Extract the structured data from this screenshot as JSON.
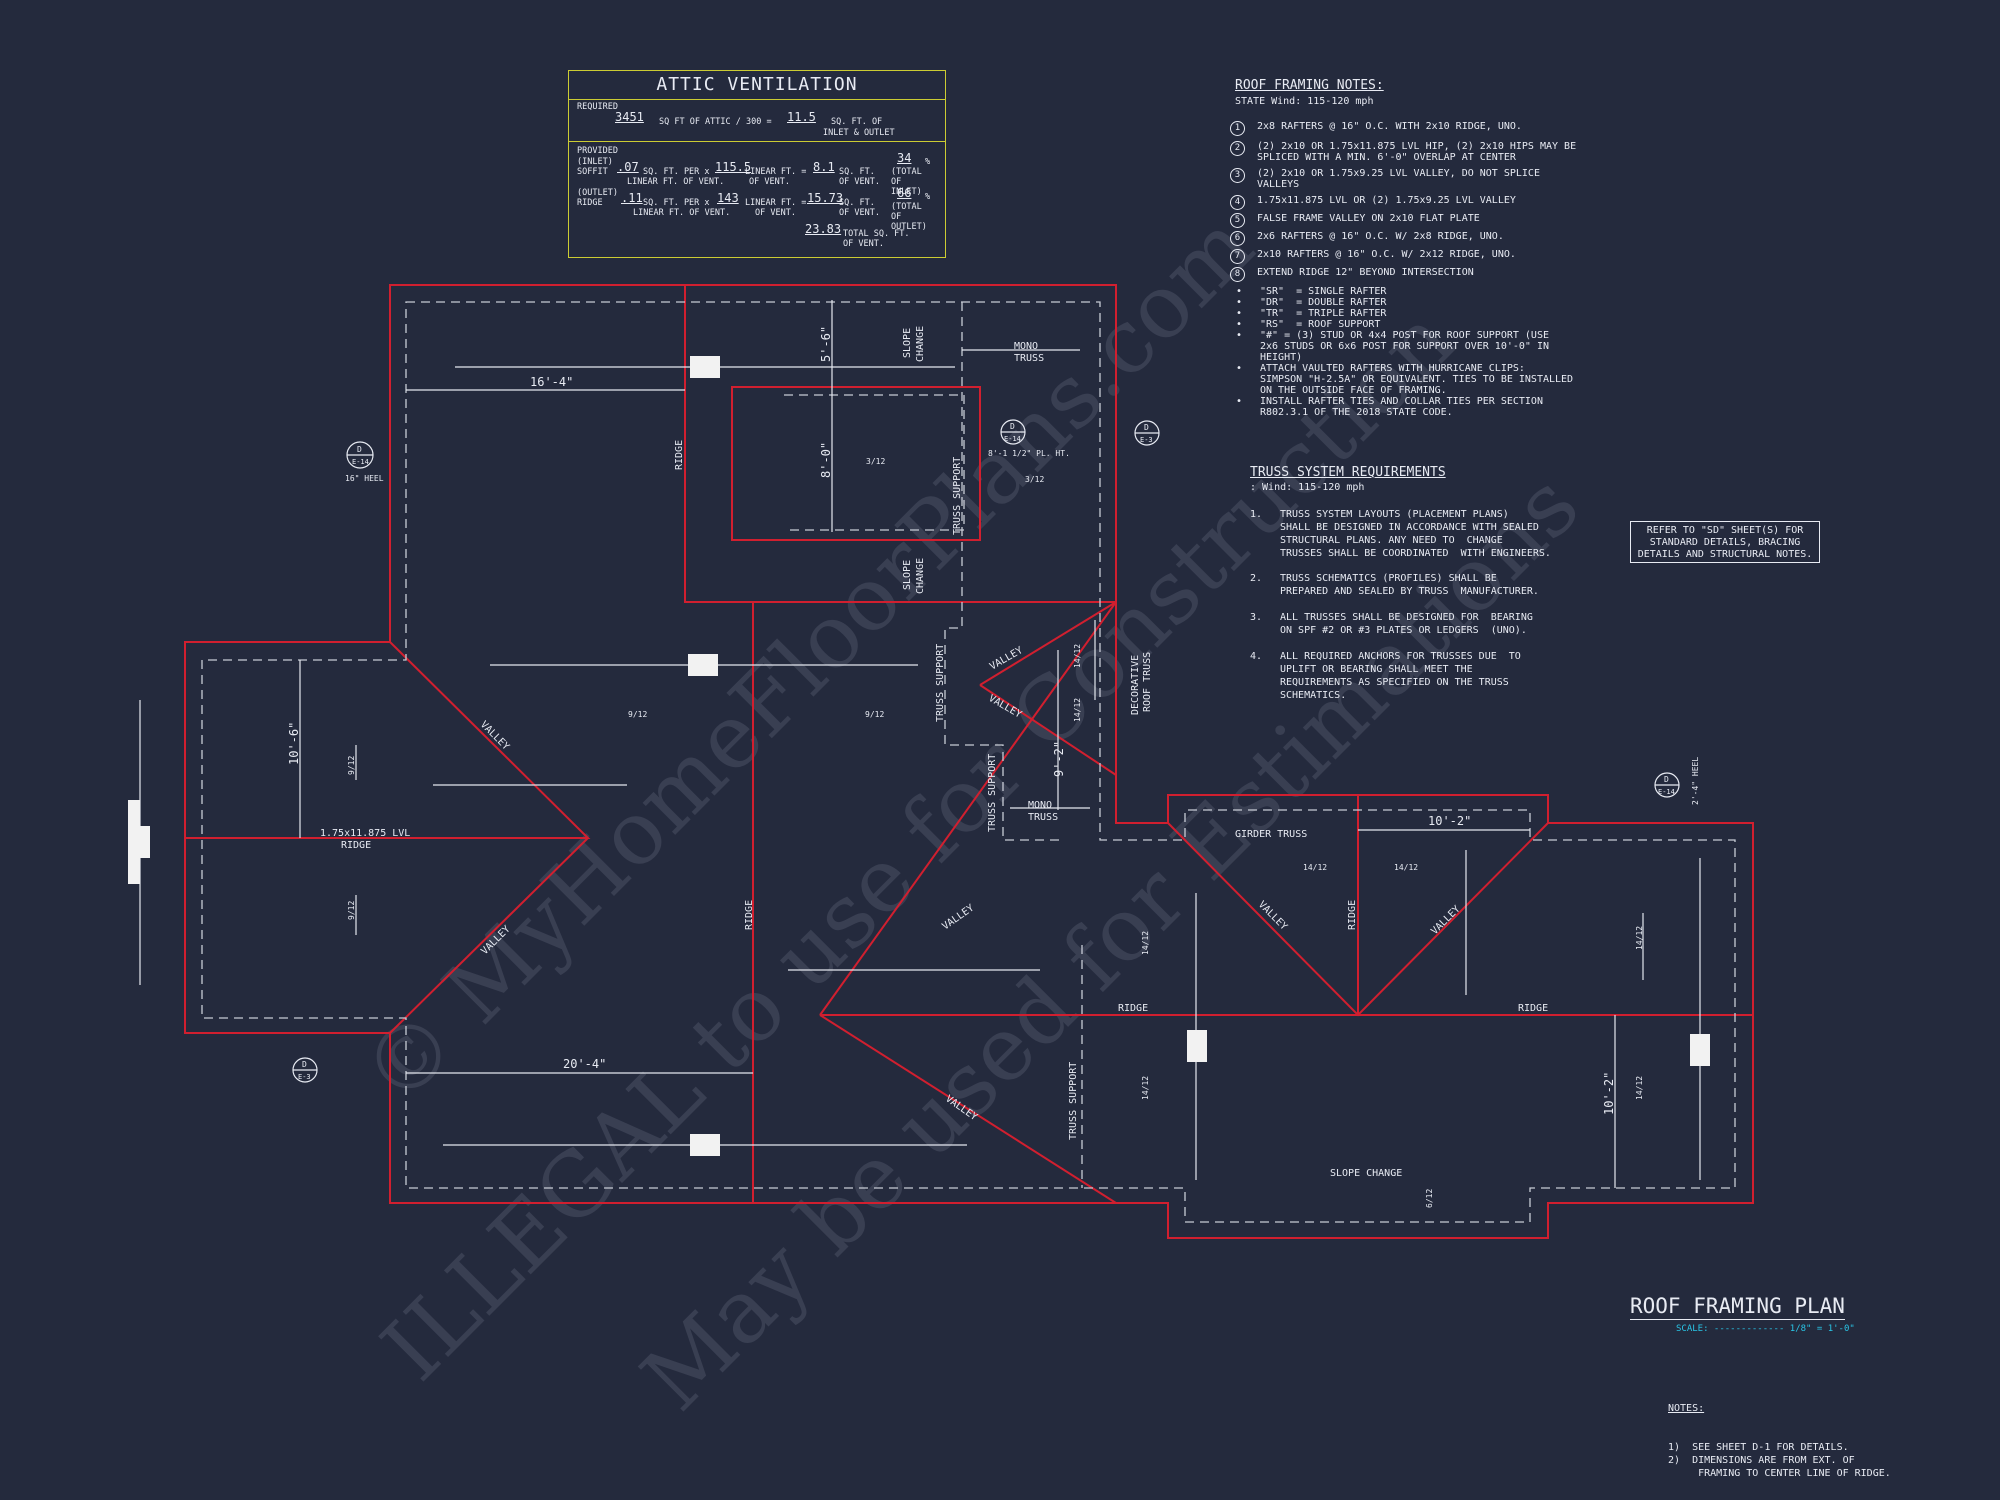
{
  "attic_ventilation": {
    "title": "ATTIC VENTILATION",
    "required_label": "REQUIRED",
    "required_sqft": "3451",
    "required_mid": "SQ FT OF ATTIC / 300 =",
    "required_result": "11.5",
    "required_unit": "SQ. FT. OF",
    "required_unit2": "INLET & OUTLET",
    "provided_label": "PROVIDED",
    "inlet_label": "(INLET)",
    "soffit_label": "SOFFIT",
    "soffit_rate": ".07",
    "soffit_per": "SQ. FT. PER x",
    "soffit_len": "115.5",
    "soffit_linear": "LINEAR FT. =",
    "soffit_total": "8.1",
    "soffit_sqft": "SQ. FT.",
    "soffit_pct": "34",
    "pct_sign": "%",
    "total_of_inlet": "(TOTAL OF INLET)",
    "linear_ft_of_vent": "LINEAR FT. OF VENT.",
    "of_vent": "OF VENT.",
    "outlet_label": "(OUTLET)",
    "ridge_label": "RIDGE",
    "ridge_rate": ".11",
    "ridge_per": "SQ. FT. PER x",
    "ridge_len": "143",
    "ridge_linear": "LINEAR FT. =",
    "ridge_total": "15.73",
    "ridge_sqft": "SQ. FT.",
    "ridge_pct": "66",
    "total_of_outlet": "(TOTAL OF OUTLET)",
    "grand_total": "23.83",
    "total_sqft": "TOTAL SQ. FT.",
    "total_of_vent": "OF VENT."
  },
  "roof_notes": {
    "title": "ROOF FRAMING NOTES:",
    "subtitle": "STATE Wind: 115-120 mph",
    "numbered": [
      {
        "n": "1",
        "lines": [
          "2x8 RAFTERS @ 16\" O.C. WITH 2x10 RIDGE, UNO."
        ]
      },
      {
        "n": "2",
        "lines": [
          "(2) 2x10 OR 1.75x11.875 LVL HIP, (2) 2x10 HIPS MAY BE",
          "SPLICED WITH A MIN. 6'-0\" OVERLAP AT CENTER"
        ]
      },
      {
        "n": "3",
        "lines": [
          "(2) 2x10 OR 1.75x9.25 LVL VALLEY, DO NOT SPLICE",
          "VALLEYS"
        ]
      },
      {
        "n": "4",
        "lines": [
          "1.75x11.875 LVL OR (2) 1.75x9.25 LVL VALLEY"
        ]
      },
      {
        "n": "5",
        "lines": [
          "FALSE FRAME VALLEY ON 2x10 FLAT PLATE"
        ]
      },
      {
        "n": "6",
        "lines": [
          "2x6 RAFTERS @ 16\" O.C. W/ 2x8 RIDGE, UNO."
        ]
      },
      {
        "n": "7",
        "lines": [
          "2x10 RAFTERS @ 16\" O.C. W/ 2x12 RIDGE, UNO."
        ]
      },
      {
        "n": "8",
        "lines": [
          "EXTEND RIDGE 12\" BEYOND INTERSECTION"
        ]
      }
    ],
    "bullets": [
      [
        "\"SR\"  = SINGLE RAFTER"
      ],
      [
        "\"DR\"  = DOUBLE RAFTER"
      ],
      [
        "\"TR\"  = TRIPLE RAFTER"
      ],
      [
        "\"RS\"  = ROOF SUPPORT"
      ],
      [
        "\"#\" = (3) STUD OR 4x4 POST FOR ROOF SUPPORT (USE",
        "2x6 STUDS OR 6x6 POST FOR SUPPORT OVER 10'-0\" IN",
        "HEIGHT)"
      ],
      [
        "ATTACH VAULTED RAFTERS WITH HURRICANE CLIPS:",
        "SIMPSON \"H-2.5A\" OR EQUIVALENT. TIES TO BE INSTALLED",
        "ON THE OUTSIDE FACE OF FRAMING."
      ],
      [
        "INSTALL RAFTER TIES AND COLLAR TIES PER SECTION",
        "R802.3.1 OF THE 2018 STATE CODE."
      ]
    ]
  },
  "truss_requirements": {
    "title": "TRUSS SYSTEM REQUIREMENTS",
    "subtitle": ": Wind: 115-120 mph",
    "items": [
      {
        "n": "1.",
        "lines": [
          "TRUSS SYSTEM LAYOUTS (PLACEMENT PLANS)",
          "SHALL BE DESIGNED IN ACCORDANCE WITH SEALED",
          "STRUCTURAL PLANS. ANY NEED TO  CHANGE",
          "TRUSSES SHALL BE COORDINATED  WITH ENGINEERS."
        ]
      },
      {
        "n": "2.",
        "lines": [
          "TRUSS SCHEMATICS (PROFILES) SHALL BE",
          "PREPARED AND SEALED BY TRUSS  MANUFACTURER."
        ]
      },
      {
        "n": "3.",
        "lines": [
          "ALL TRUSSES SHALL BE DESIGNED FOR  BEARING",
          "ON SPF #2 OR #3 PLATES OR LEDGERS  (UNO)."
        ]
      },
      {
        "n": "4.",
        "lines": [
          "ALL REQUIRED ANCHORS FOR TRUSSES DUE  TO",
          "UPLIFT OR BEARING SHALL MEET THE",
          "REQUIREMENTS AS SPECIFIED ON THE TRUSS",
          "SCHEMATICS."
        ]
      }
    ]
  },
  "refer_note": "REFER TO \"SD\" SHEET(S) FOR STANDARD DETAILS, BRACING DETAILS AND STRUCTURAL NOTES.",
  "plan_title": "ROOF FRAMING PLAN",
  "scale_text": "SCALE: ------------- 1/8\" = 1'-0\"",
  "notes_block": {
    "title": "NOTES:",
    "text": "1)  SEE SHEET D-1 FOR DETAILS.\n2)  DIMENSIONS ARE FROM EXT. OF\n     FRAMING TO CENTER LINE OF RIDGE."
  },
  "plan_labels": {
    "dim_16_4": "16'-4\"",
    "dim_5_6": "5'-6\"",
    "dim_8_0": "8'-0\"",
    "dim_10_6": "10'-6\"",
    "dim_20_4": "20'-4\"",
    "dim_9_2": "9'-2\"",
    "dim_10_2_top": "10'-2\"",
    "dim_10_2_right": "10'-2\"",
    "ridge": "RIDGE",
    "valley": "VALLEY",
    "slope_change": "SLOPE CHANGE",
    "slope": "SLOPE",
    "change": "CHANGE",
    "mono": "MONO",
    "truss": "TRUSS",
    "truss_support": "TRUSS SUPPORT",
    "girder_truss": "GIRDER TRUSS",
    "decorative": "DECORATIVE",
    "roof_truss": "ROOF TRUSS",
    "lvl_ridge_1": "1.75x11.875 LVL",
    "lvl_ridge_2": "RIDGE",
    "heel_16": "16\" HEEL",
    "heel_2_4": "2'-4\" HEEL",
    "plate_ht": "8'-1 1/2\" PL. HT.",
    "pitch_3_12": "3/12",
    "pitch_9_12": "9/12",
    "pitch_14_12": "14/12",
    "pitch_6_12": "6/12",
    "tag_d": "D",
    "tag_e14": "E-14",
    "tag_e3": "E-3"
  },
  "watermark": {
    "line1": "© MyHomeFloorPlans.com",
    "line2": "ILLEGAL to use for Construction",
    "line3": "May be used for Estimations"
  }
}
